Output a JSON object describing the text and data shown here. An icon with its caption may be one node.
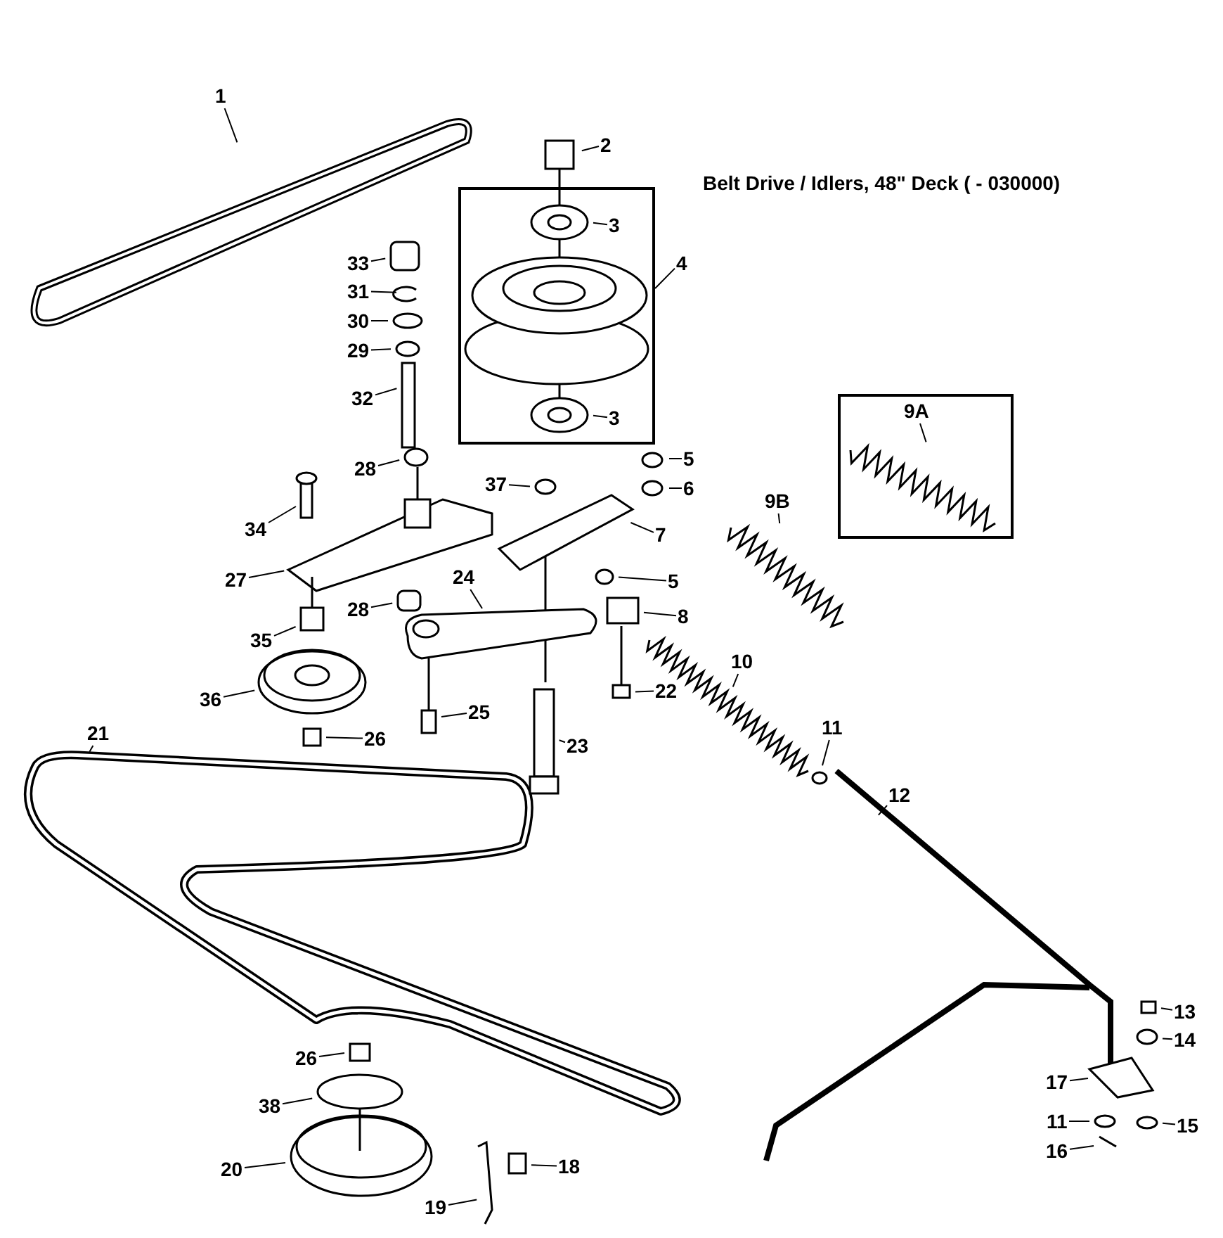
{
  "diagram": {
    "title": "Belt Drive / Idlers, 48\" Deck ( - 030000)",
    "nodes": [
      {
        "text": [
          "1"
        ]
      },
      {
        "text": [
          "2"
        ]
      },
      {
        "text": [],
        "shape": "box"
      },
      {
        "text": [
          "3"
        ],
        "in": 2
      },
      {
        "text": [
          "4"
        ]
      },
      {
        "text": [
          "3"
        ],
        "in": 2
      },
      {
        "text": [
          "33"
        ]
      },
      {
        "text": [
          "31"
        ]
      },
      {
        "text": [
          "30"
        ]
      },
      {
        "text": [
          "29"
        ]
      },
      {
        "text": [
          "32"
        ]
      },
      {
        "text": [
          "28"
        ]
      },
      {
        "text": [
          "34"
        ]
      },
      {
        "text": [
          "27"
        ]
      },
      {
        "text": [
          "37"
        ]
      },
      {
        "text": [
          "5"
        ]
      },
      {
        "text": [
          "6"
        ]
      },
      {
        "text": [
          "7"
        ]
      },
      {
        "text": [],
        "shape": "box"
      },
      {
        "text": [
          "9A"
        ],
        "in": 18
      },
      {
        "text": [
          "9B"
        ]
      },
      {
        "text": [
          "5"
        ]
      },
      {
        "text": [
          "8"
        ]
      },
      {
        "text": [
          "24"
        ]
      },
      {
        "text": [
          "28"
        ]
      },
      {
        "text": [
          "35"
        ]
      },
      {
        "text": [
          "36"
        ]
      },
      {
        "text": [
          "25"
        ]
      },
      {
        "text": [
          "26"
        ]
      },
      {
        "text": [
          "22"
        ]
      },
      {
        "text": [
          "23"
        ]
      },
      {
        "text": [
          "10"
        ]
      },
      {
        "text": [
          "11"
        ]
      },
      {
        "text": [
          "12"
        ]
      },
      {
        "text": [
          "21"
        ]
      },
      {
        "text": [
          "26"
        ]
      },
      {
        "text": [
          "38"
        ]
      },
      {
        "text": [
          "20"
        ]
      },
      {
        "text": [
          "18"
        ]
      },
      {
        "text": [
          "19"
        ]
      },
      {
        "text": [
          "13"
        ]
      },
      {
        "text": [
          "14"
        ]
      },
      {
        "text": [
          "17"
        ]
      },
      {
        "text": [
          "11"
        ]
      },
      {
        "text": [
          "15"
        ]
      },
      {
        "text": [
          "16"
        ]
      }
    ],
    "edges": [
      {
        "from": 0,
        "to": null,
        "arrow": "none"
      },
      {
        "from": 1,
        "to": null,
        "arrow": "none"
      },
      {
        "from": 3,
        "to": null,
        "arrow": "none"
      },
      {
        "from": 4,
        "to": 2,
        "arrow": "none"
      },
      {
        "from": 5,
        "to": null,
        "arrow": "none"
      },
      {
        "from": 6,
        "to": null,
        "arrow": "none"
      },
      {
        "from": 7,
        "to": null,
        "arrow": "none"
      },
      {
        "from": 8,
        "to": null,
        "arrow": "none"
      },
      {
        "from": 9,
        "to": null,
        "arrow": "none"
      },
      {
        "from": 10,
        "to": null,
        "arrow": "none"
      },
      {
        "from": 11,
        "to": null,
        "arrow": "none"
      },
      {
        "from": 12,
        "to": null,
        "arrow": "none"
      },
      {
        "from": 13,
        "to": null,
        "arrow": "none"
      },
      {
        "from": 14,
        "to": null,
        "arrow": "none"
      },
      {
        "from": 15,
        "to": null,
        "arrow": "none"
      },
      {
        "from": 16,
        "to": null,
        "arrow": "none"
      },
      {
        "from": 17,
        "to": null,
        "arrow": "none"
      },
      {
        "from": 19,
        "to": null,
        "arrow": "none"
      },
      {
        "from": 20,
        "to": null,
        "arrow": "none"
      },
      {
        "from": 21,
        "to": null,
        "arrow": "none"
      },
      {
        "from": 22,
        "to": null,
        "arrow": "none"
      },
      {
        "from": 23,
        "to": null,
        "arrow": "none"
      },
      {
        "from": 24,
        "to": null,
        "arrow": "none"
      },
      {
        "from": 25,
        "to": null,
        "arrow": "none"
      },
      {
        "from": 26,
        "to": null,
        "arrow": "none"
      },
      {
        "from": 27,
        "to": null,
        "arrow": "none"
      },
      {
        "from": 28,
        "to": null,
        "arrow": "none"
      },
      {
        "from": 29,
        "to": null,
        "arrow": "none"
      },
      {
        "from": 30,
        "to": null,
        "arrow": "none"
      },
      {
        "from": 31,
        "to": null,
        "arrow": "none"
      },
      {
        "from": 32,
        "to": null,
        "arrow": "none"
      },
      {
        "from": 33,
        "to": null,
        "arrow": "none"
      },
      {
        "from": 34,
        "to": null,
        "arrow": "none"
      },
      {
        "from": 35,
        "to": null,
        "arrow": "none"
      },
      {
        "from": 36,
        "to": null,
        "arrow": "none"
      },
      {
        "from": 37,
        "to": null,
        "arrow": "none"
      },
      {
        "from": 38,
        "to": null,
        "arrow": "none"
      },
      {
        "from": 39,
        "to": null,
        "arrow": "none"
      },
      {
        "from": 40,
        "to": null,
        "arrow": "none"
      },
      {
        "from": 41,
        "to": null,
        "arrow": "none"
      },
      {
        "from": 42,
        "to": null,
        "arrow": "none"
      },
      {
        "from": 43,
        "to": null,
        "arrow": "none"
      },
      {
        "from": 44,
        "to": null,
        "arrow": "none"
      },
      {
        "from": 45,
        "to": null,
        "arrow": "none"
      }
    ]
  }
}
